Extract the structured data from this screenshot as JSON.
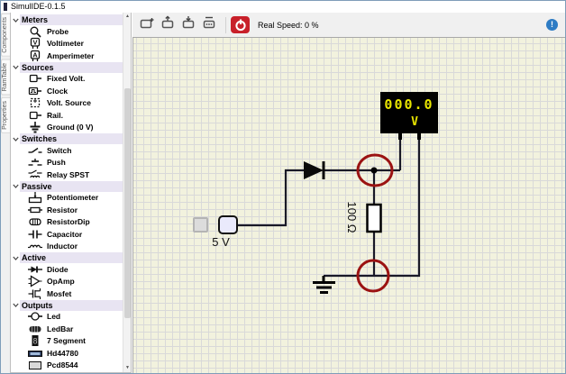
{
  "window": {
    "title": "SimulIDE-0.1.5"
  },
  "dock_tabs": [
    {
      "label": "Components"
    },
    {
      "label": "RamTable"
    },
    {
      "label": "Properties"
    }
  ],
  "toolbar": {
    "buttons": [
      {
        "name": "new-circuit",
        "icon": "new-circuit-icon"
      },
      {
        "name": "open-circuit",
        "icon": "open-circuit-icon"
      },
      {
        "name": "save-circuit",
        "icon": "save-circuit-icon"
      },
      {
        "name": "save-circuit-as",
        "icon": "save-as-circuit-icon"
      }
    ],
    "power_button": {
      "icon": "power-icon",
      "color": "#c8202a"
    },
    "real_speed_label": "Real Speed: 0 %",
    "info_button": {
      "icon": "info-icon",
      "label": "!",
      "color": "#2e7cc4"
    }
  },
  "sidebar": {
    "sections": [
      {
        "label": "Meters",
        "items": [
          {
            "label": "Probe",
            "icon": "probe-icon"
          },
          {
            "label": "Voltimeter",
            "icon": "voltimeter-icon"
          },
          {
            "label": "Amperimeter",
            "icon": "amperimeter-icon"
          }
        ]
      },
      {
        "label": "Sources",
        "items": [
          {
            "label": "Fixed Volt.",
            "icon": "fixed-volt-icon"
          },
          {
            "label": "Clock",
            "icon": "clock-icon"
          },
          {
            "label": "Volt. Source",
            "icon": "volt-source-icon"
          },
          {
            "label": "Rail.",
            "icon": "rail-icon"
          },
          {
            "label": "Ground (0 V)",
            "icon": "ground-icon"
          }
        ]
      },
      {
        "label": "Switches",
        "items": [
          {
            "label": "Switch",
            "icon": "switch-icon"
          },
          {
            "label": "Push",
            "icon": "push-icon"
          },
          {
            "label": "Relay SPST",
            "icon": "relay-icon"
          }
        ]
      },
      {
        "label": "Passive",
        "items": [
          {
            "label": "Potentiometer",
            "icon": "potentiometer-icon"
          },
          {
            "label": "Resistor",
            "icon": "resistor-icon"
          },
          {
            "label": "ResistorDip",
            "icon": "resistordip-icon"
          },
          {
            "label": "Capacitor",
            "icon": "capacitor-icon"
          },
          {
            "label": "Inductor",
            "icon": "inductor-icon"
          }
        ]
      },
      {
        "label": "Active",
        "items": [
          {
            "label": "Diode",
            "icon": "diode-icon"
          },
          {
            "label": "OpAmp",
            "icon": "opamp-icon"
          },
          {
            "label": "Mosfet",
            "icon": "mosfet-icon"
          }
        ]
      },
      {
        "label": "Outputs",
        "items": [
          {
            "label": "Led",
            "icon": "led-icon"
          },
          {
            "label": "LedBar",
            "icon": "ledbar-icon"
          },
          {
            "label": "7 Segment",
            "icon": "7segment-icon"
          },
          {
            "label": "Hd44780",
            "icon": "hd44780-icon"
          },
          {
            "label": "Pcd8544",
            "icon": "pcd8544-icon"
          }
        ]
      }
    ]
  },
  "circuit": {
    "voltmeter": {
      "display_value": "000.0",
      "unit": "V",
      "bg": "#000000",
      "text_color": "#e8e500",
      "probe_circle_color": "#9b1212"
    },
    "resistor": {
      "label": "100 Ω"
    },
    "source": {
      "label": "5 V"
    },
    "wire_color": "#191927",
    "grid_bg": "#f2f2de"
  }
}
